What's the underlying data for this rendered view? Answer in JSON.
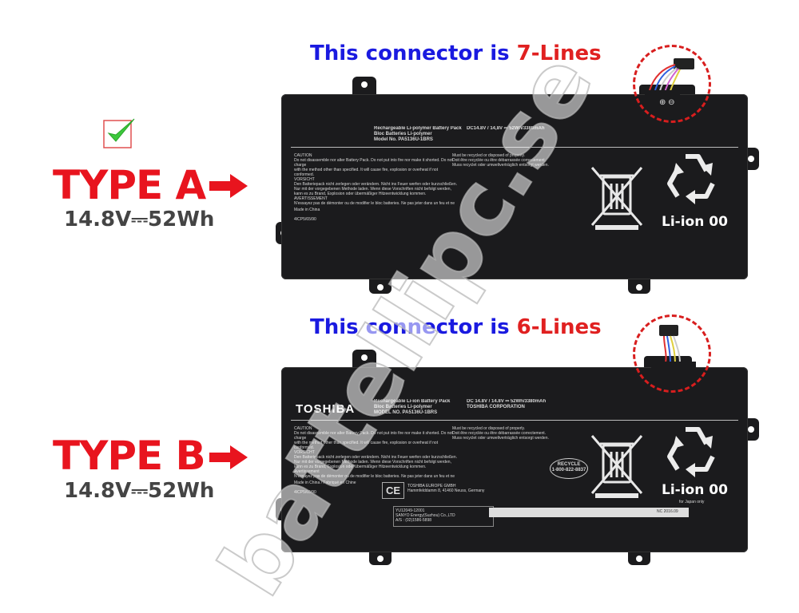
{
  "top": {
    "heading_prefix": "This connector is ",
    "heading_highlight": "7-Lines",
    "type_label": "TYPE A",
    "spec": "14.8V⎓52Wh",
    "label_title": "Rechargeable Li-polymer Battery Pack\nBloc Batteries Li-polymer\nModel No.  PA5136U-1BRS",
    "label_rating": "DC14.8V / 14,8V ⎓   52Wh/3380mAh",
    "label_caution": "CAUTION\nDo not disassemble nor alter Battery Pack. Do not put into fire nor make it shorted. Do not charge\nwith the method other than specified. It will cause fire, explosion or overheat if not conformed.\nVORSICHT\nDen Batteriepack nicht zerlegen oder verändern. Nicht ins Feuer werfen oder kurzschließen.\nNur mit der vorgegebenen Methode laden. Wenn diese Vorschriften nicht befolgt werden,\nkann es zu Brand, Explosion oder übermäßiger Hitzeentwicklung kommen.\nAVERTISSEMENT\nN'essayez pas de démonter ou de modifier le bloc batteries. Ne pas jeter dans un feu et ne pas court-circuiter.\nUtilisez uniquement les méthodes de recharge spécifiées pour le bloc batteries. Si vous ne vous y conformez\npas, il y aura un risque d'incendie, une explosion ou un surchauffement.",
    "label_recycle": "Must be recycled or disposed of properly.\nDoit être recyclée ou être débarrassée correctement.\nMuss recyclet oder umweltverträglich entsorgt werden.",
    "label_origin": "Made in China\n\n4ICP5/65/90",
    "liion": "Li-ion 00",
    "polarity": "⊕  ⊖"
  },
  "bottom": {
    "heading_prefix": "This connector is ",
    "heading_highlight": "6-Lines",
    "type_label": "TYPE B",
    "spec": "14.8V⎓52Wh",
    "brand": "TOSHIBA",
    "label_title": "Rechargeable Li-ion Battery Pack\nBloc Batteries Li-polymer\nMODEL NO. PA5136U-1BRS",
    "label_rating": "DC 14.8V / 14.8V ⎓ 52Wh/3380mAh\nTOSHIBA CORPORATION",
    "label_caution": "CAUTION\nDo not disassemble nor alter Battery Pack. Do not put into fire nor make it shorted. Do not charge\nwith the method other than specified. It will cause fire, explosion or overheat if not conformed.\nVORSICHT\nDen Batteriepack nicht zerlegen oder verändern. Nicht ins Feuer werfen oder kurzschließen.\nNur mit der vorgegebenen Methode laden. Wenn diese Vorschriften nicht befolgt werden,\nkann es zu Brand, Explosion oder übermäßiger Hitzeentwicklung kommen.\nAvertissement\nN'essayez pas de démonter ou de modifier le bloc batteries. Ne pas jeter dans un feu et ne pas court-circuiter.\nUtilisez uniquement les méthodes de recharge spécifiées pour le bloc batteries. Si vous ne vous y conformez\npas, il y aura un risque d'incendie, une explosion ou un surchauffement.",
    "label_recycle": "Must be recycled or disposed of properly.\nDoit être recyclée ou être débarrassée correctement.\nMuss recyclet oder umweltverträglich entsorgt werden.",
    "label_origin": "Made in China / Fabriqué en Chine\n\n4ICP5/65/90",
    "label_europe": "TOSHIBA EUROPE GMBH\nHammfelddamm 8, 41460 Neuss, Germany",
    "label_sanyo": "YU12049-12001\nSANYO Energy(Suzhou) Co.,LTD\nA/S : (02)1586-5898",
    "recycle_badge": "RECYCLE\n1-800-822-8837",
    "ce": "CE",
    "japan": "for Japan only",
    "liion": "Li-ion 00",
    "serial": "NC 2016.09"
  },
  "watermark": "battellipc.se",
  "colors": {
    "heading_blue": "#1a1ae0",
    "heading_red": "#e02020",
    "type_red": "#e8141e",
    "check_green": "#3cc83c",
    "battery_black": "#1b1b1d"
  }
}
